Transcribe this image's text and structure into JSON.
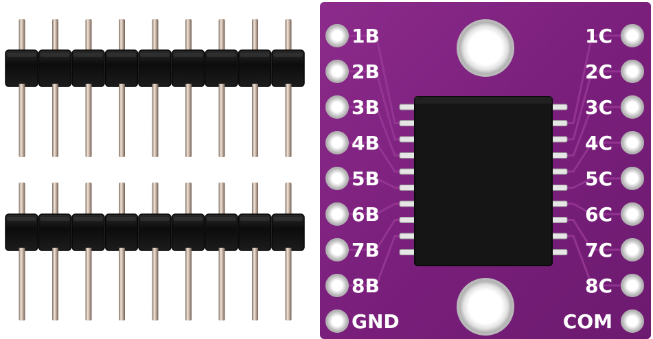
{
  "product": {
    "board_color": "#7a1f7c",
    "chip_color": "#151515",
    "header_rows": 2,
    "pins_per_header": 9,
    "left_labels": [
      "1B",
      "2B",
      "3B",
      "4B",
      "5B",
      "6B",
      "7B",
      "8B",
      "GND"
    ],
    "right_labels": [
      "1C",
      "2C",
      "3C",
      "4C",
      "5C",
      "6C",
      "7C",
      "8C",
      "COM"
    ],
    "chip_pins_per_side": 10
  }
}
